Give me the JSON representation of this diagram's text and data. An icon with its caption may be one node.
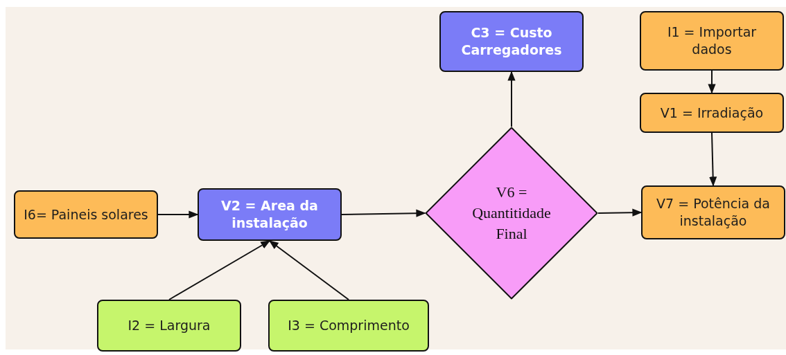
{
  "diagram": {
    "nodes": [
      {
        "text": [
          "C3 = Custo Carregadores"
        ]
      },
      {
        "text": [
          "I1 = Importar dados"
        ]
      },
      {
        "text": [
          "V1 = Irradiação"
        ]
      },
      {
        "text": [
          "I6= Paineis solares"
        ]
      },
      {
        "text": [
          "V2 = Area da instalação"
        ]
      },
      {
        "text": [
          "V6 = Quantitidade Final"
        ]
      },
      {
        "text": [
          "V7 = Potência da instalação"
        ]
      },
      {
        "text": [
          "I2 = Largura"
        ]
      },
      {
        "text": [
          "I3 = Comprimento"
        ]
      }
    ],
    "edges": [
      {
        "from": 3,
        "to": 4,
        "arrow": "to"
      },
      {
        "from": 7,
        "to": 4,
        "arrow": "to"
      },
      {
        "from": 8,
        "to": 4,
        "arrow": "to"
      },
      {
        "from": 4,
        "to": 5,
        "arrow": "to"
      },
      {
        "from": 5,
        "to": 0,
        "arrow": "to"
      },
      {
        "from": 1,
        "to": 2,
        "arrow": "to"
      },
      {
        "from": 2,
        "to": 6,
        "arrow": "to"
      },
      {
        "from": 5,
        "to": 6,
        "arrow": "to"
      }
    ]
  }
}
